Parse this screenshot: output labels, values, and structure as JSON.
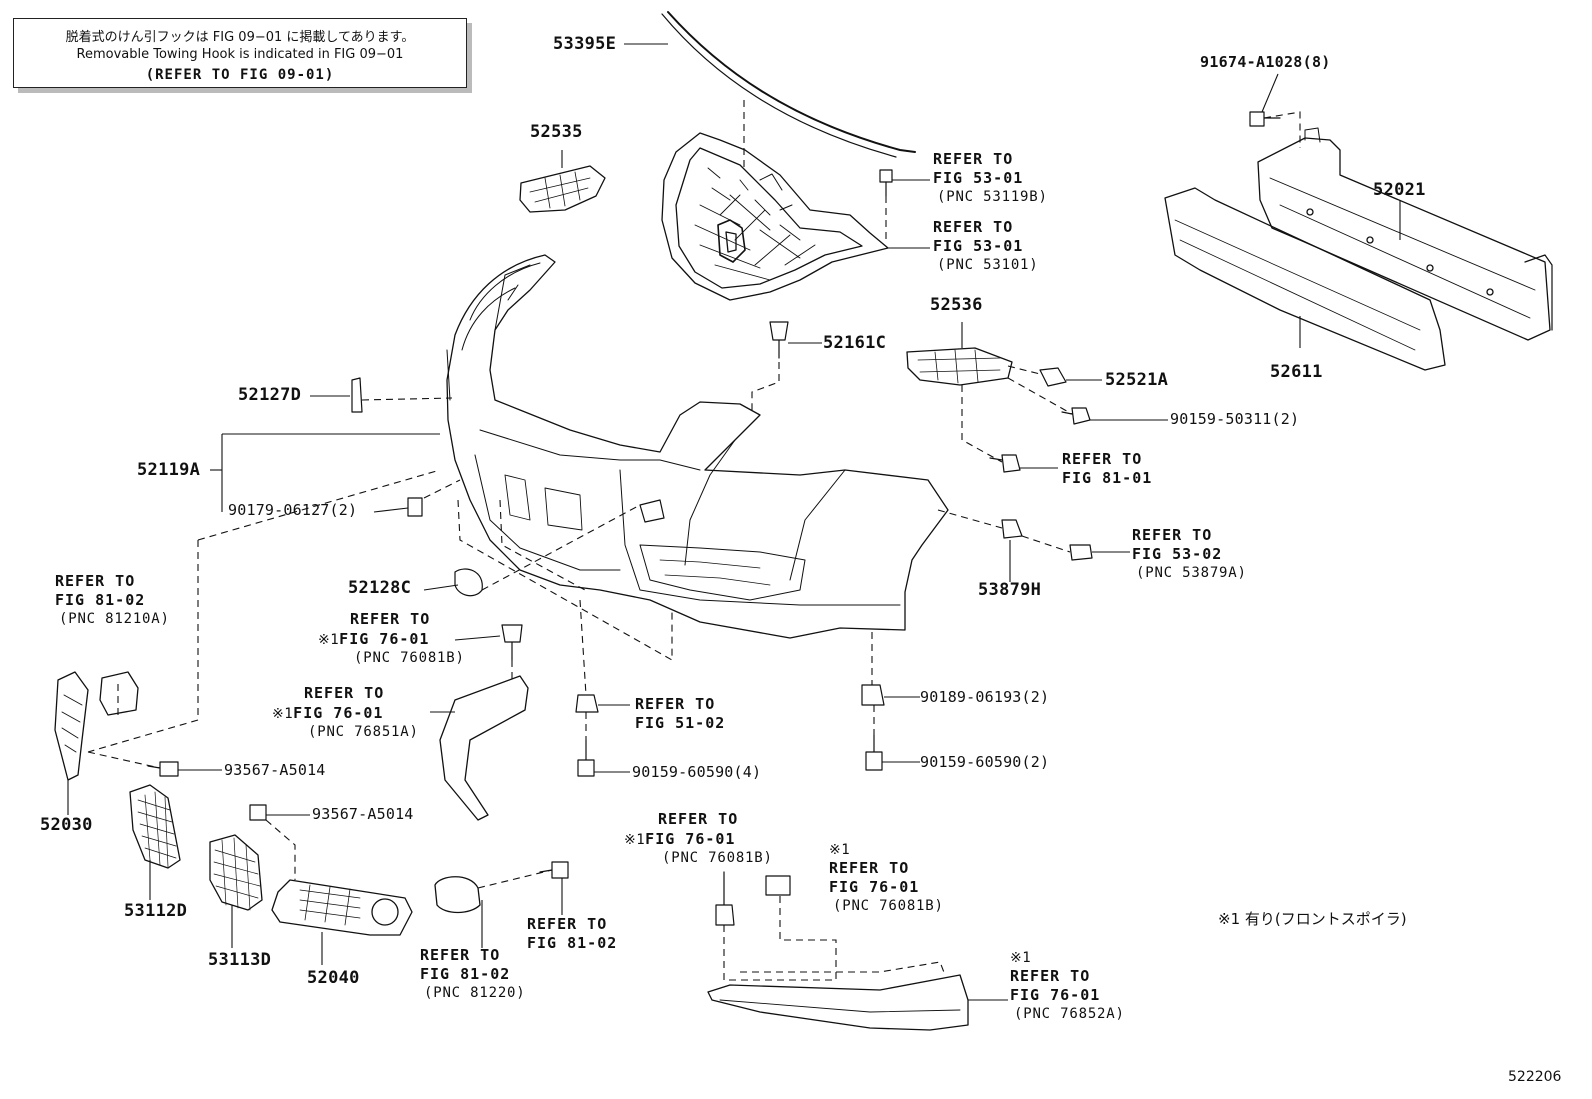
{
  "notice": {
    "line_jp": "脱着式のけん引フックは FIG 09−01 に掲載してあります。",
    "line_en": "Removable Towing Hook is indicated in FIG 09−01",
    "line_ref": "(REFER TO FIG 09-01)"
  },
  "refer_blocks": {
    "r53119b": {
      "line1": "REFER TO",
      "line2": "FIG 53-01",
      "line3": "(PNC 53119B)"
    },
    "r53101": {
      "line1": "REFER TO",
      "line2": "FIG 53-01",
      "line3": "(PNC 53101)"
    },
    "r81_01": {
      "line1": "REFER TO",
      "line2": "FIG 81-01"
    },
    "r53879a": {
      "line1": "REFER TO",
      "line2": "FIG 53-02",
      "line3": "(PNC 53879A)"
    },
    "r81210a": {
      "line1": "REFER TO",
      "line2": "FIG 81-02",
      "line3": "(PNC 81210A)"
    },
    "r76081b_a": {
      "mark": "※1",
      "line1": "REFER TO",
      "line2": "FIG 76-01",
      "line3": "(PNC 76081B)"
    },
    "r76851a": {
      "mark": "※1",
      "line1": "REFER TO",
      "line2": "FIG 76-01",
      "line3": "(PNC 76851A)"
    },
    "r51_02": {
      "line1": "REFER TO",
      "line2": "FIG 51-02"
    },
    "r76081b_b": {
      "mark": "※1",
      "line1": "REFER TO",
      "line2": "FIG 76-01",
      "line3": "(PNC 76081B)"
    },
    "r76081b_c": {
      "mark": "※1",
      "line1": "REFER TO",
      "line2": "FIG 76-01",
      "line3": "(PNC 76081B)"
    },
    "r81_02": {
      "line1": "REFER TO",
      "line2": "FIG 81-02"
    },
    "r81220": {
      "line1": "REFER TO",
      "line2": "FIG 81-02",
      "line3": "(PNC 81220)"
    },
    "r76852a": {
      "mark": "※1",
      "line1": "REFER TO",
      "line2": "FIG 76-01",
      "line3": "(PNC 76852A)"
    }
  },
  "part_numbers": {
    "p53395e": "53395E",
    "p52535": "52535",
    "p91674": "91674-A1028(8)",
    "p52021": "52021",
    "p52611": "52611",
    "p52536": "52536",
    "p52161c": "52161C",
    "p52521a": "52521A",
    "p90159_50311": "90159-50311(2)",
    "p52127d": "52127D",
    "p52119a": "52119A",
    "p90179": "90179-06127(2)",
    "p52128c": "52128C",
    "p53879h": "53879H",
    "p90189": "90189-06193(2)",
    "p90159_60590_2": "90159-60590(2)",
    "p90159_60590_4": "90159-60590(4)",
    "p93567_a": "93567-A5014",
    "p93567_b": "93567-A5014",
    "p52030": "52030",
    "p53112d": "53112D",
    "p53113d": "53113D",
    "p52040": "52040"
  },
  "footnote": "※1 有り(フロントスポイラ)",
  "figure_code": "522206"
}
